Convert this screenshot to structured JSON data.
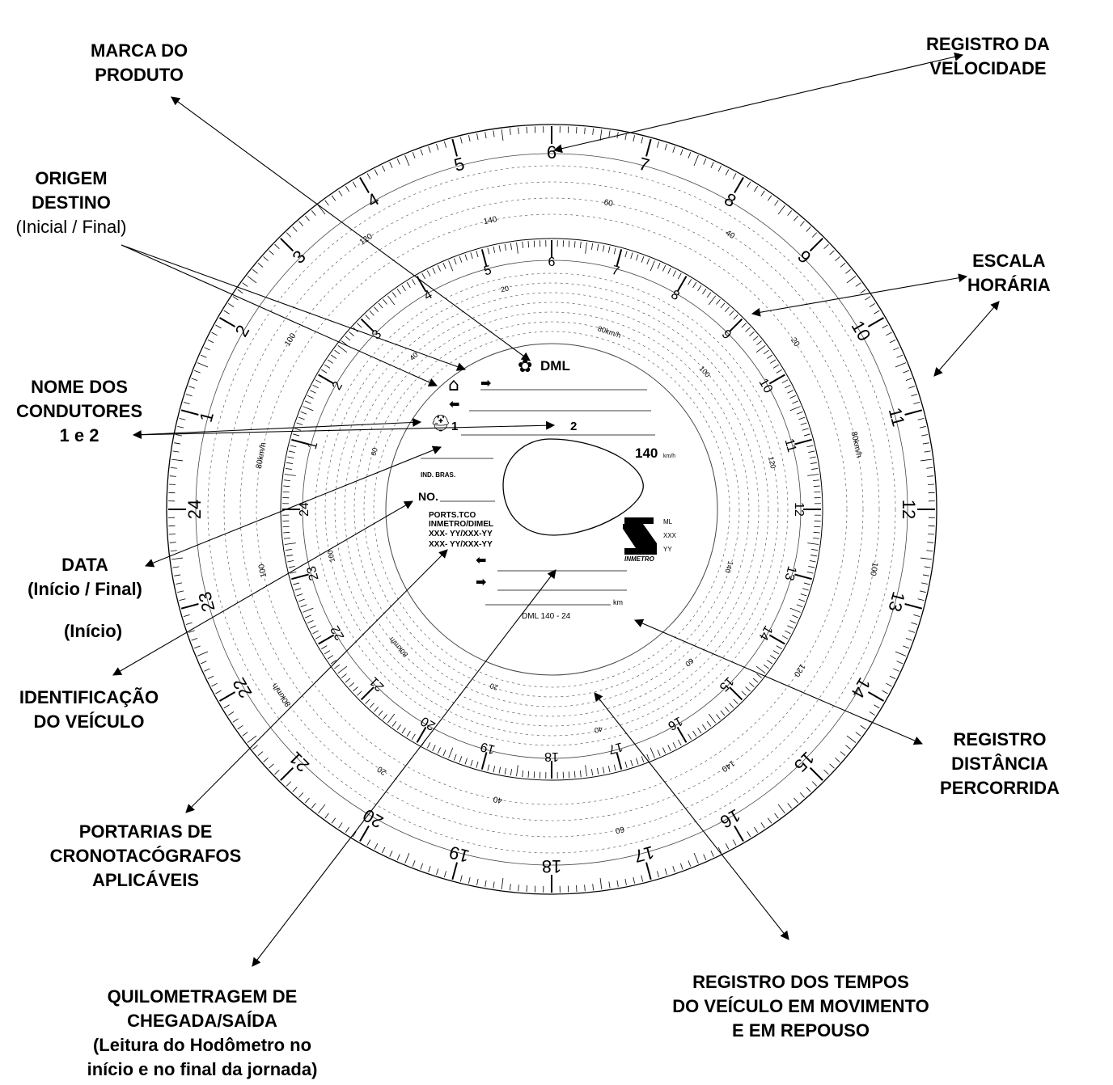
{
  "labels": {
    "marca": [
      "MARCA DO",
      "PRODUTO"
    ],
    "velocidade": [
      "REGISTRO DA",
      "VELOCIDADE"
    ],
    "origem": [
      "ORIGEM",
      "DESTINO",
      "(Inicial / Final)"
    ],
    "escala": [
      "ESCALA",
      "HORÁRIA"
    ],
    "condutores": [
      "NOME DOS",
      "CONDUTORES",
      "1 e 2"
    ],
    "data": [
      "DATA",
      "(Início / Final)"
    ],
    "inicio": "(Início)",
    "identificacao": [
      "IDENTIFICAÇÃO",
      "DO VEÍCULO"
    ],
    "distancia": [
      "REGISTRO",
      "DISTÂNCIA",
      "PERCORRIDA"
    ],
    "portarias": [
      "PORTARIAS DE",
      "CRONOTACÓGRAFOS",
      "APLICÁVEIS"
    ],
    "quilometragem": [
      "QUILOMETRAGEM DE",
      "CHEGADA/SAÍDA",
      "(Leitura do Hodômetro no",
      "início e no final da jornada)"
    ],
    "tempos": [
      "REGISTRO DOS TEMPOS",
      "DO VEÍCULO EM MOVIMENTO",
      "E EM REPOUSO"
    ]
  },
  "disc": {
    "brand": "DML",
    "max_speed": "140",
    "max_speed_unit": "km/h",
    "ind_bras": "IND. BRAS.",
    "no_label": "NO.",
    "ports": [
      "PORTS.TCO",
      "INMETRO/DIMEL",
      "XXX- YY/XXX-YY",
      "XXX- YY/XXX-YY"
    ],
    "inmetro_codes": [
      "ML",
      "XXX",
      "YY"
    ],
    "inmetro_name": "INMETRO",
    "km_unit": "km",
    "model": "DML  140 - 24",
    "driver_1": "1",
    "driver_2": "2",
    "hours_outer": [
      "24",
      "1",
      "2",
      "3",
      "4",
      "5",
      "6",
      "7",
      "8",
      "9",
      "10",
      "11",
      "12",
      "13",
      "14",
      "15",
      "16",
      "17",
      "18",
      "19",
      "20",
      "21",
      "22",
      "23"
    ],
    "hours_inner": [
      "24",
      "1",
      "2",
      "3",
      "4",
      "5",
      "6",
      "7",
      "8",
      "9",
      "10",
      "11",
      "12",
      "13",
      "14",
      "15",
      "16",
      "17",
      "18",
      "19",
      "20",
      "21",
      "22",
      "23"
    ],
    "speed_marks": [
      "80km/h",
      "100",
      "120",
      "140",
      "60",
      "40",
      "20"
    ]
  },
  "colors": {
    "ink": "#000000",
    "fine": "#444444",
    "bg": "#ffffff"
  }
}
